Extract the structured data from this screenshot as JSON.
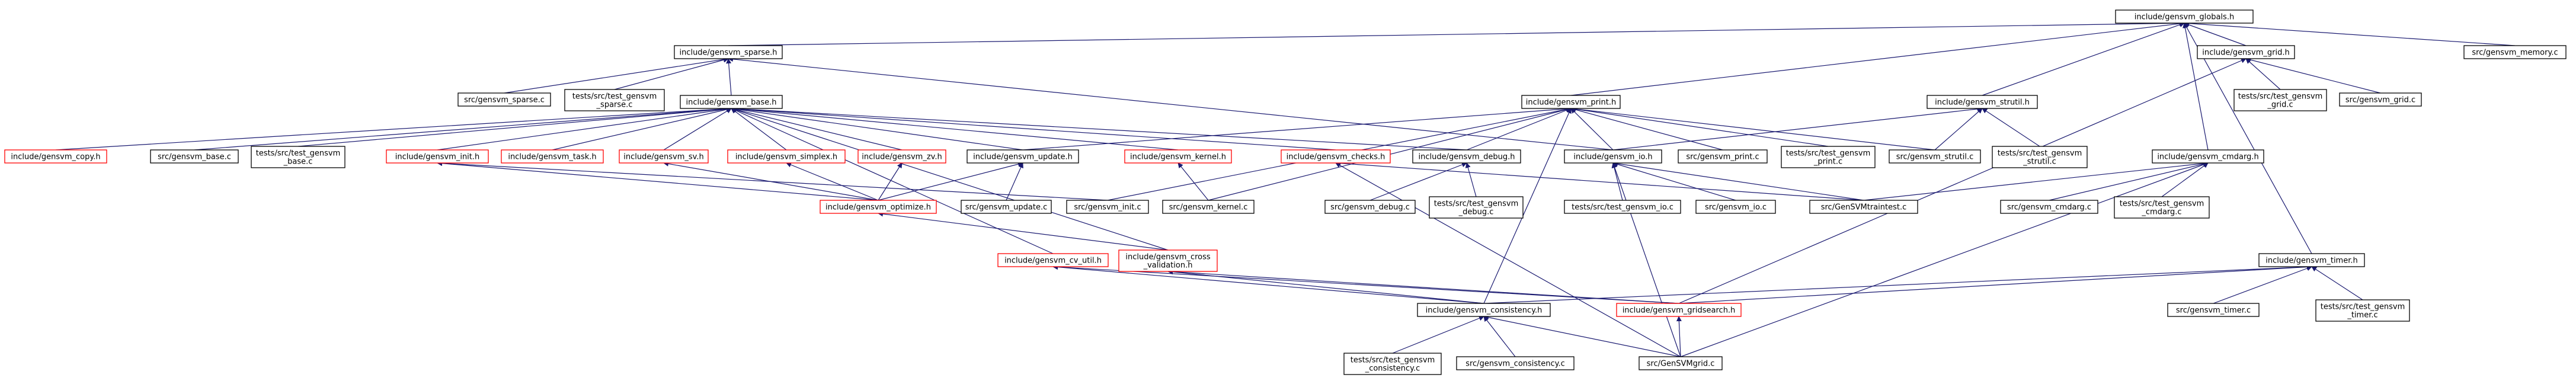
{
  "colors": {
    "normal": "#000000",
    "red": "#ff0000",
    "root_fill": "#bfbfbf",
    "edge": "#191970"
  },
  "nodes": {
    "globals_h": {
      "lines": [
        "include/gensvm_globals.h"
      ],
      "style": "root"
    },
    "sparse_h": {
      "lines": [
        "include/gensvm_sparse.h"
      ],
      "style": "normal"
    },
    "print_h": {
      "lines": [
        "include/gensvm_print.h"
      ],
      "style": "normal"
    },
    "strutil_h": {
      "lines": [
        "include/gensvm_strutil.h"
      ],
      "style": "normal"
    },
    "grid_h": {
      "lines": [
        "include/gensvm_grid.h"
      ],
      "style": "normal"
    },
    "memory_c": {
      "lines": [
        "src/gensvm_memory.c"
      ],
      "style": "normal"
    },
    "sparse_c": {
      "lines": [
        "src/gensvm_sparse.c"
      ],
      "style": "normal"
    },
    "test_sparse_c": {
      "lines": [
        "tests/src/test_gensvm",
        "_sparse.c"
      ],
      "style": "normal"
    },
    "base_h": {
      "lines": [
        "include/gensvm_base.h"
      ],
      "style": "normal"
    },
    "test_grid_c": {
      "lines": [
        "tests/src/test_gensvm",
        "_grid.c"
      ],
      "style": "normal"
    },
    "grid_c": {
      "lines": [
        "src/gensvm_grid.c"
      ],
      "style": "normal"
    },
    "copy_h": {
      "lines": [
        "include/gensvm_copy.h"
      ],
      "style": "red"
    },
    "base_c": {
      "lines": [
        "src/gensvm_base.c"
      ],
      "style": "normal"
    },
    "test_base_c": {
      "lines": [
        "tests/src/test_gensvm",
        "_base.c"
      ],
      "style": "normal"
    },
    "init_h": {
      "lines": [
        "include/gensvm_init.h"
      ],
      "style": "red"
    },
    "task_h": {
      "lines": [
        "include/gensvm_task.h"
      ],
      "style": "red"
    },
    "sv_h": {
      "lines": [
        "include/gensvm_sv.h"
      ],
      "style": "red"
    },
    "simplex_h": {
      "lines": [
        "include/gensvm_simplex.h"
      ],
      "style": "red"
    },
    "zv_h": {
      "lines": [
        "include/gensvm_zv.h"
      ],
      "style": "red"
    },
    "update_h": {
      "lines": [
        "include/gensvm_update.h"
      ],
      "style": "normal"
    },
    "kernel_h": {
      "lines": [
        "include/gensvm_kernel.h"
      ],
      "style": "red"
    },
    "checks_h": {
      "lines": [
        "include/gensvm_checks.h"
      ],
      "style": "red"
    },
    "debug_h": {
      "lines": [
        "include/gensvm_debug.h"
      ],
      "style": "normal"
    },
    "io_h": {
      "lines": [
        "include/gensvm_io.h"
      ],
      "style": "normal"
    },
    "print_c": {
      "lines": [
        "src/gensvm_print.c"
      ],
      "style": "normal"
    },
    "test_print_c": {
      "lines": [
        "tests/src/test_gensvm",
        "_print.c"
      ],
      "style": "normal"
    },
    "strutil_c": {
      "lines": [
        "src/gensvm_strutil.c"
      ],
      "style": "normal"
    },
    "test_strutil_c": {
      "lines": [
        "tests/src/test_gensvm",
        "_strutil.c"
      ],
      "style": "normal"
    },
    "cmdarg_h": {
      "lines": [
        "include/gensvm_cmdarg.h"
      ],
      "style": "normal"
    },
    "optimize_h": {
      "lines": [
        "include/gensvm_optimize.h"
      ],
      "style": "red"
    },
    "update_c": {
      "lines": [
        "src/gensvm_update.c"
      ],
      "style": "normal"
    },
    "init_c": {
      "lines": [
        "src/gensvm_init.c"
      ],
      "style": "normal"
    },
    "kernel_c": {
      "lines": [
        "src/gensvm_kernel.c"
      ],
      "style": "normal"
    },
    "debug_c": {
      "lines": [
        "src/gensvm_debug.c"
      ],
      "style": "normal"
    },
    "test_debug_c": {
      "lines": [
        "tests/src/test_gensvm",
        "_debug.c"
      ],
      "style": "normal"
    },
    "test_io_c": {
      "lines": [
        "tests/src/test_gensvm_io.c"
      ],
      "style": "normal"
    },
    "io_c": {
      "lines": [
        "src/gensvm_io.c"
      ],
      "style": "normal"
    },
    "traintest_c": {
      "lines": [
        "src/GenSVMtraintest.c"
      ],
      "style": "normal"
    },
    "cmdarg_c": {
      "lines": [
        "src/gensvm_cmdarg.c"
      ],
      "style": "normal"
    },
    "test_cmdarg_c": {
      "lines": [
        "tests/src/test_gensvm",
        "_cmdarg.c"
      ],
      "style": "normal"
    },
    "cross_validation_h": {
      "lines": [
        "include/gensvm_cross",
        "_validation.h"
      ],
      "style": "red"
    },
    "cv_util_h": {
      "lines": [
        "include/gensvm_cv_util.h"
      ],
      "style": "red"
    },
    "timer_h": {
      "lines": [
        "include/gensvm_timer.h"
      ],
      "style": "normal"
    },
    "consistency_h": {
      "lines": [
        "include/gensvm_consistency.h"
      ],
      "style": "normal"
    },
    "gridsearch_h": {
      "lines": [
        "include/gensvm_gridsearch.h"
      ],
      "style": "red"
    },
    "timer_c": {
      "lines": [
        "src/gensvm_timer.c"
      ],
      "style": "normal"
    },
    "test_timer_c": {
      "lines": [
        "tests/src/test_gensvm",
        "_timer.c"
      ],
      "style": "normal"
    },
    "test_consistency_c": {
      "lines": [
        "tests/src/test_gensvm",
        "_consistency.c"
      ],
      "style": "normal"
    },
    "consistency_c": {
      "lines": [
        "src/gensvm_consistency.c"
      ],
      "style": "normal"
    },
    "grid_main_c": {
      "lines": [
        "src/GenSVMgrid.c"
      ],
      "style": "normal"
    }
  },
  "edges": [
    [
      "globals_h",
      "sparse_h"
    ],
    [
      "globals_h",
      "print_h"
    ],
    [
      "globals_h",
      "strutil_h"
    ],
    [
      "globals_h",
      "grid_h"
    ],
    [
      "globals_h",
      "memory_c"
    ],
    [
      "globals_h",
      "cmdarg_h"
    ],
    [
      "globals_h",
      "timer_h"
    ],
    [
      "sparse_h",
      "sparse_c"
    ],
    [
      "sparse_h",
      "test_sparse_c"
    ],
    [
      "sparse_h",
      "base_h"
    ],
    [
      "sparse_h",
      "io_h"
    ],
    [
      "grid_h",
      "test_grid_c"
    ],
    [
      "grid_h",
      "grid_c"
    ],
    [
      "grid_h",
      "gridsearch_h"
    ],
    [
      "strutil_h",
      "strutil_c"
    ],
    [
      "strutil_h",
      "test_strutil_c"
    ],
    [
      "strutil_h",
      "io_h"
    ],
    [
      "base_h",
      "copy_h"
    ],
    [
      "base_h",
      "base_c"
    ],
    [
      "base_h",
      "test_base_c"
    ],
    [
      "base_h",
      "init_h"
    ],
    [
      "base_h",
      "task_h"
    ],
    [
      "base_h",
      "sv_h"
    ],
    [
      "base_h",
      "simplex_h"
    ],
    [
      "base_h",
      "zv_h"
    ],
    [
      "base_h",
      "update_h"
    ],
    [
      "base_h",
      "kernel_h"
    ],
    [
      "base_h",
      "checks_h"
    ],
    [
      "base_h",
      "debug_h"
    ],
    [
      "base_h",
      "cv_util_h"
    ],
    [
      "base_h",
      "cross_validation_h"
    ],
    [
      "print_h",
      "debug_h"
    ],
    [
      "print_h",
      "io_h"
    ],
    [
      "print_h",
      "print_c"
    ],
    [
      "print_h",
      "test_print_c"
    ],
    [
      "print_h",
      "strutil_c"
    ],
    [
      "print_h",
      "init_c"
    ],
    [
      "print_h",
      "kernel_c"
    ],
    [
      "print_h",
      "consistency_h"
    ],
    [
      "print_h",
      "update_h"
    ],
    [
      "init_h",
      "init_c"
    ],
    [
      "init_h",
      "optimize_h"
    ],
    [
      "sv_h",
      "optimize_h"
    ],
    [
      "simplex_h",
      "optimize_h"
    ],
    [
      "zv_h",
      "optimize_h"
    ],
    [
      "update_h",
      "optimize_h"
    ],
    [
      "update_h",
      "update_c"
    ],
    [
      "kernel_h",
      "kernel_c"
    ],
    [
      "checks_h",
      "traintest_c"
    ],
    [
      "checks_h",
      "grid_main_c"
    ],
    [
      "debug_h",
      "debug_c"
    ],
    [
      "debug_h",
      "test_debug_c"
    ],
    [
      "io_h",
      "test_io_c"
    ],
    [
      "io_h",
      "io_c"
    ],
    [
      "io_h",
      "traintest_c"
    ],
    [
      "io_h",
      "grid_main_c"
    ],
    [
      "cmdarg_h",
      "cmdarg_c"
    ],
    [
      "cmdarg_h",
      "test_cmdarg_c"
    ],
    [
      "cmdarg_h",
      "traintest_c"
    ],
    [
      "cmdarg_h",
      "grid_main_c"
    ],
    [
      "optimize_h",
      "cross_validation_h"
    ],
    [
      "cross_validation_h",
      "consistency_h"
    ],
    [
      "cross_validation_h",
      "gridsearch_h"
    ],
    [
      "cv_util_h",
      "consistency_h"
    ],
    [
      "cv_util_h",
      "gridsearch_h"
    ],
    [
      "timer_h",
      "timer_c"
    ],
    [
      "timer_h",
      "test_timer_c"
    ],
    [
      "timer_h",
      "gridsearch_h"
    ],
    [
      "timer_h",
      "consistency_h"
    ],
    [
      "consistency_h",
      "test_consistency_c"
    ],
    [
      "consistency_h",
      "consistency_c"
    ],
    [
      "consistency_h",
      "grid_main_c"
    ],
    [
      "gridsearch_h",
      "grid_main_c"
    ]
  ]
}
